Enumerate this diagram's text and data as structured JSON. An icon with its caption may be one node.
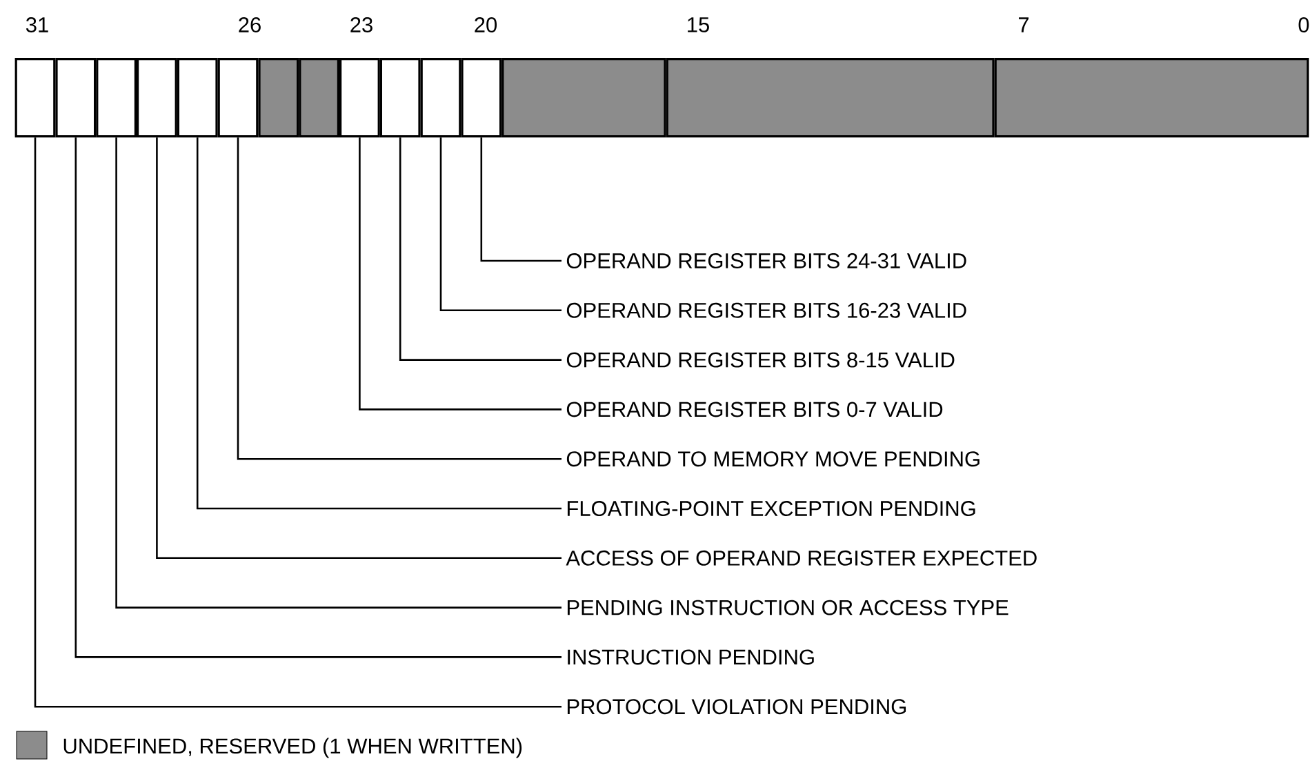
{
  "diagram": {
    "nodes": [
      {
        "text": [],
        "shape": "box"
      },
      {
        "text": [],
        "shape": "box"
      },
      {
        "text": [],
        "shape": "box"
      },
      {
        "text": [],
        "shape": "box"
      },
      {
        "text": [],
        "shape": "box"
      },
      {
        "text": [],
        "shape": "box"
      },
      {
        "text": [],
        "shape": "box"
      },
      {
        "text": [],
        "shape": "box"
      },
      {
        "text": [],
        "shape": "box"
      },
      {
        "text": [],
        "shape": "box"
      },
      {
        "text": [],
        "shape": "box"
      },
      {
        "text": [],
        "shape": "box"
      },
      {
        "text": [],
        "shape": "box"
      },
      {
        "text": [],
        "shape": "box"
      },
      {
        "text": [],
        "shape": "box"
      },
      {
        "text": [
          "OPERAND REGISTER BITS 24-31 VALID"
        ]
      },
      {
        "text": [
          "OPERAND REGISTER BITS 16-23 VALID"
        ]
      },
      {
        "text": [
          "OPERAND REGISTER BITS 8-15 VALID"
        ]
      },
      {
        "text": [
          "OPERAND REGISTER BITS 0-7 VALID"
        ]
      },
      {
        "text": [
          "OPERAND TO MEMORY MOVE PENDING"
        ]
      },
      {
        "text": [
          "FLOATING-POINT EXCEPTION PENDING"
        ]
      },
      {
        "text": [
          "ACCESS OF OPERAND REGISTER EXPECTED"
        ]
      },
      {
        "text": [
          "PENDING INSTRUCTION OR ACCESS TYPE"
        ]
      },
      {
        "text": [
          "INSTRUCTION PENDING"
        ]
      },
      {
        "text": [
          "PROTOCOL VIOLATION PENDING"
        ]
      }
    ],
    "edges": [
      {
        "from": 15,
        "to": 11,
        "arrow": "none"
      },
      {
        "from": 16,
        "to": 10,
        "arrow": "none"
      },
      {
        "from": 17,
        "to": 9,
        "arrow": "none"
      },
      {
        "from": 18,
        "to": 8,
        "arrow": "none"
      },
      {
        "from": 19,
        "to": 5,
        "arrow": "none"
      },
      {
        "from": 20,
        "to": 4,
        "arrow": "none"
      },
      {
        "from": 21,
        "to": 3,
        "arrow": "none"
      },
      {
        "from": 22,
        "to": 2,
        "arrow": "none"
      },
      {
        "from": 23,
        "to": 1,
        "arrow": "none"
      },
      {
        "from": 24,
        "to": 0,
        "arrow": "none"
      }
    ],
    "labels": [
      "31",
      "26",
      "23",
      "20",
      "15",
      "7",
      "0"
    ],
    "legend": [
      {
        "text": "UNDEFINED, RESERVED (1 WHEN WRITTEN)",
        "color": "#8c8c8c"
      }
    ]
  }
}
